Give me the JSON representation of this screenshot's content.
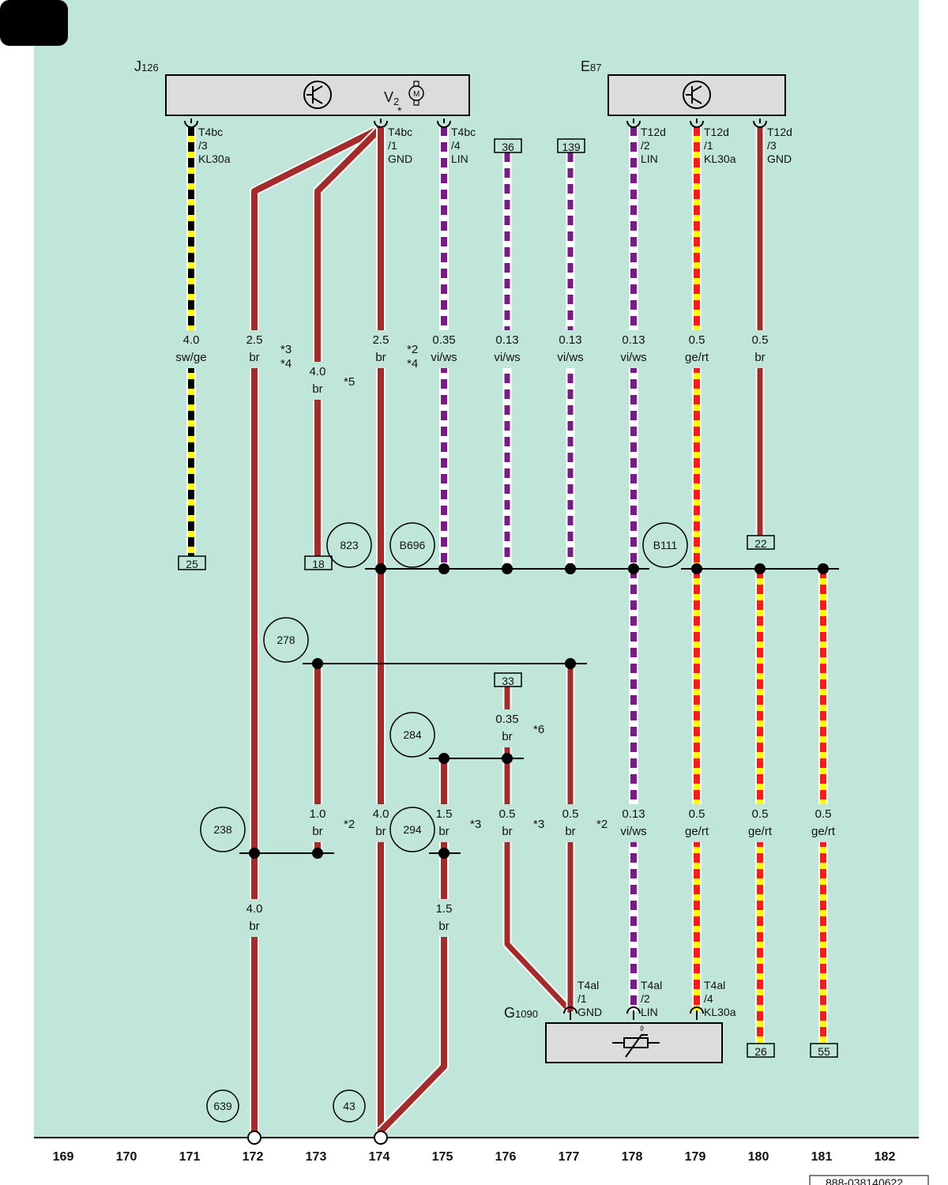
{
  "components": {
    "j126": {
      "name": "J",
      "sub": "126"
    },
    "e87": {
      "name": "E",
      "sub": "87"
    },
    "v2": {
      "name": "V",
      "sub": "2",
      "star": "*"
    },
    "g1090": {
      "name": "G",
      "sub": "1090"
    }
  },
  "connectors": [
    {
      "id": "c171",
      "l1": "T4bc",
      "l2": "/3",
      "l3": "KL30a"
    },
    {
      "id": "c174",
      "l1": "T4bc",
      "l2": "/1",
      "l3": "GND"
    },
    {
      "id": "c175",
      "l1": "T4bc",
      "l2": "/4",
      "l3": "LIN"
    },
    {
      "id": "c178",
      "l1": "T12d",
      "l2": "/2",
      "l3": "LIN"
    },
    {
      "id": "c179",
      "l1": "T12d",
      "l2": "/1",
      "l3": "KL30a"
    },
    {
      "id": "c180",
      "l1": "T12d",
      "l2": "/3",
      "l3": "GND"
    },
    {
      "id": "c177b",
      "l1": "T4al",
      "l2": "/1",
      "l3": "GND"
    },
    {
      "id": "c178b",
      "l1": "T4al",
      "l2": "/2",
      "l3": "LIN"
    },
    {
      "id": "c179b",
      "l1": "T4al",
      "l2": "/4",
      "l3": "KL30a"
    }
  ],
  "wire_labels": [
    {
      "id": "w171",
      "size": "4.0",
      "color": "sw/ge"
    },
    {
      "id": "w172",
      "size": "2.5",
      "color": "br"
    },
    {
      "id": "w173",
      "size": "4.0",
      "color": "br"
    },
    {
      "id": "w174",
      "size": "2.5",
      "color": "br"
    },
    {
      "id": "w175",
      "size": "0.35",
      "color": "vi/ws"
    },
    {
      "id": "w176",
      "size": "0.13",
      "color": "vi/ws"
    },
    {
      "id": "w177",
      "size": "0.13",
      "color": "vi/ws"
    },
    {
      "id": "w178",
      "size": "0.13",
      "color": "vi/ws"
    },
    {
      "id": "w179",
      "size": "0.5",
      "color": "ge/rt"
    },
    {
      "id": "w180",
      "size": "0.5",
      "color": "br"
    },
    {
      "id": "w176b",
      "size": "0.35",
      "color": "br"
    },
    {
      "id": "w173c",
      "size": "1.0",
      "color": "br"
    },
    {
      "id": "w174c",
      "size": "4.0",
      "color": "br"
    },
    {
      "id": "w175c",
      "size": "1.5",
      "color": "br"
    },
    {
      "id": "w176c",
      "size": "0.5",
      "color": "br"
    },
    {
      "id": "w177c",
      "size": "0.5",
      "color": "br"
    },
    {
      "id": "w178c",
      "size": "0.13",
      "color": "vi/ws"
    },
    {
      "id": "w179c",
      "size": "0.5",
      "color": "ge/rt"
    },
    {
      "id": "w180c",
      "size": "0.5",
      "color": "ge/rt"
    },
    {
      "id": "w181c",
      "size": "0.5",
      "color": "ge/rt"
    },
    {
      "id": "w172d",
      "size": "4.0",
      "color": "br"
    },
    {
      "id": "w175d",
      "size": "1.5",
      "color": "br"
    }
  ],
  "notes": [
    {
      "id": "n1",
      "text": "*3"
    },
    {
      "id": "n2",
      "text": "*4"
    },
    {
      "id": "n3",
      "text": "*5"
    },
    {
      "id": "n4",
      "text": "*2"
    },
    {
      "id": "n5",
      "text": "*4"
    },
    {
      "id": "n6",
      "text": "*6"
    },
    {
      "id": "n7",
      "text": "*2"
    },
    {
      "id": "n8",
      "text": "*3"
    },
    {
      "id": "n9",
      "text": "*3"
    },
    {
      "id": "n10",
      "text": "*2"
    }
  ],
  "box_refs": [
    "25",
    "18",
    "36",
    "139",
    "22",
    "33",
    "26",
    "55"
  ],
  "circle_refs": [
    "823",
    "B696",
    "B111",
    "278",
    "284",
    "238",
    "294",
    "639",
    "43"
  ],
  "columns": [
    "169",
    "170",
    "171",
    "172",
    "173",
    "174",
    "175",
    "176",
    "177",
    "178",
    "179",
    "180",
    "181",
    "182"
  ],
  "footer_code": "888-038140622",
  "colors": {
    "background": "#c0e6da",
    "brown": "#a52a2a",
    "violet": "#7a1a8a",
    "yellow": "#ffff00",
    "red": "#ff1a1a",
    "black": "#000000"
  }
}
